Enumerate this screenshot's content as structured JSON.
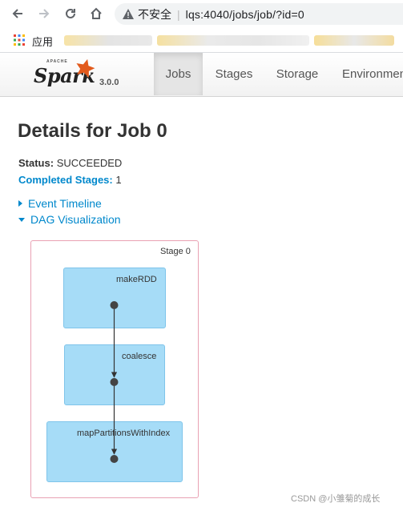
{
  "browser": {
    "insecure_label": "不安全",
    "url": "lqs:4040/jobs/job/?id=0",
    "apps_label": "应用"
  },
  "navbar": {
    "brand_apache": "APACHE",
    "brand_name": "Spark",
    "version": "3.0.0",
    "tabs": [
      {
        "label": "Jobs",
        "active": true
      },
      {
        "label": "Stages",
        "active": false
      },
      {
        "label": "Storage",
        "active": false
      },
      {
        "label": "Environmen",
        "active": false
      }
    ]
  },
  "page": {
    "title": "Details for Job 0",
    "status_label": "Status:",
    "status_value": "SUCCEEDED",
    "completed_label": "Completed Stages:",
    "completed_value": "1",
    "event_timeline": "Event Timeline",
    "dag_visualization": "DAG Visualization"
  },
  "dag": {
    "stage_label": "Stage 0",
    "rdds": [
      "makeRDD",
      "coalesce",
      "mapPartitionsWithIndex"
    ]
  },
  "watermark": "CSDN @小雏菊的成长",
  "colors": {
    "link": "#0088cc",
    "rdd_fill": "#a6dcf7",
    "stage_border": "#e9a1b3",
    "spark_orange": "#e25a1c"
  }
}
